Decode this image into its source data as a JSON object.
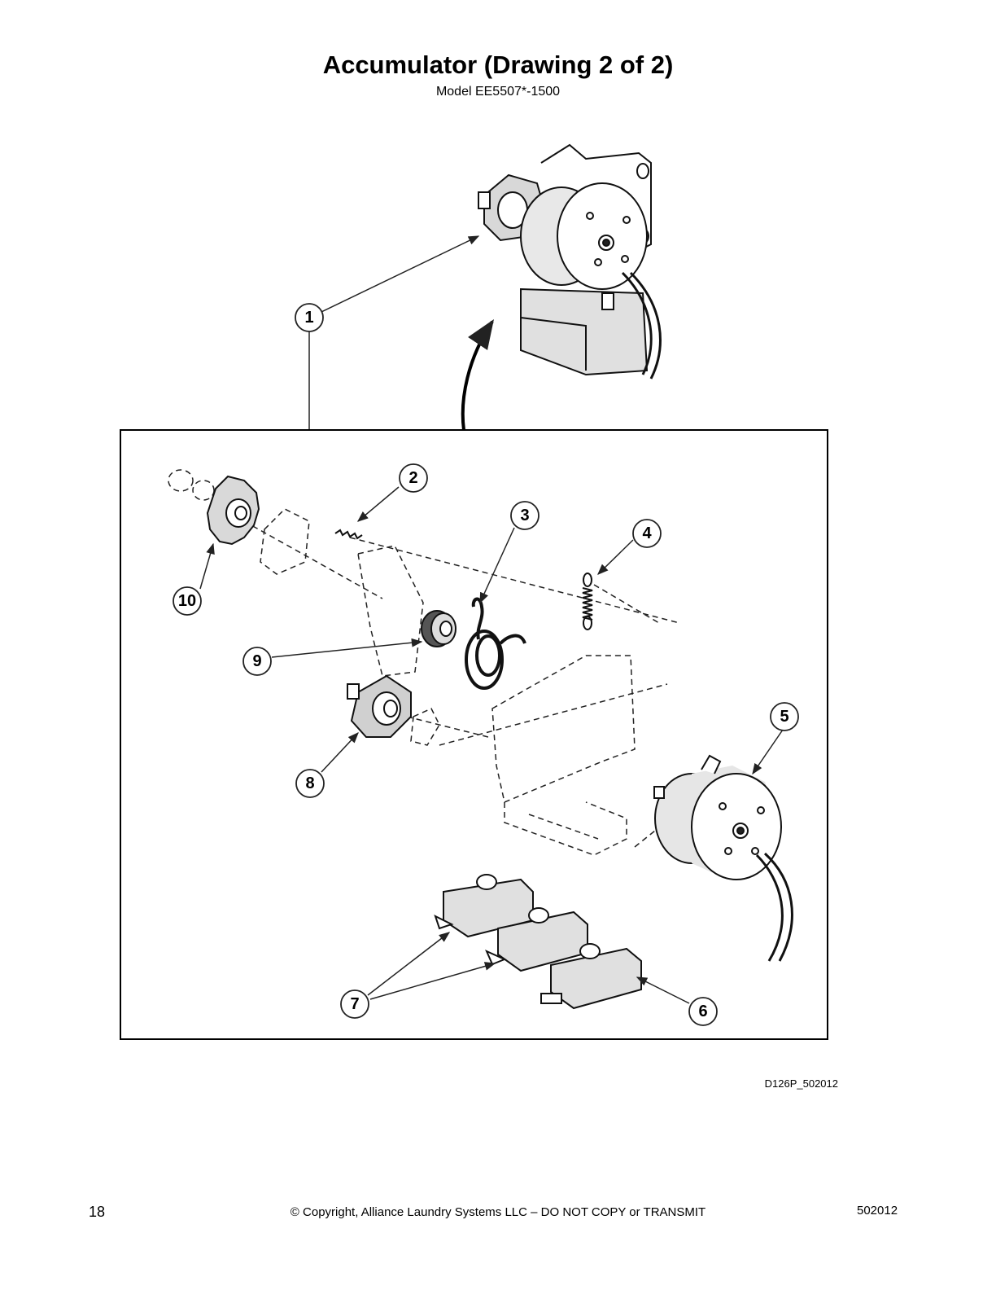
{
  "header": {
    "title": "Accumulator (Drawing 2 of 2)",
    "subtitle": "Model EE5507*-1500"
  },
  "diagram": {
    "drawing_code": "D126P_502012",
    "callouts": [
      "1",
      "2",
      "3",
      "4",
      "5",
      "6",
      "7",
      "8",
      "9",
      "10"
    ]
  },
  "footer": {
    "page_number": "18",
    "copyright": "© Copyright, Alliance Laundry Systems LLC – DO NOT COPY or TRANSMIT",
    "doc_number": "502012"
  }
}
